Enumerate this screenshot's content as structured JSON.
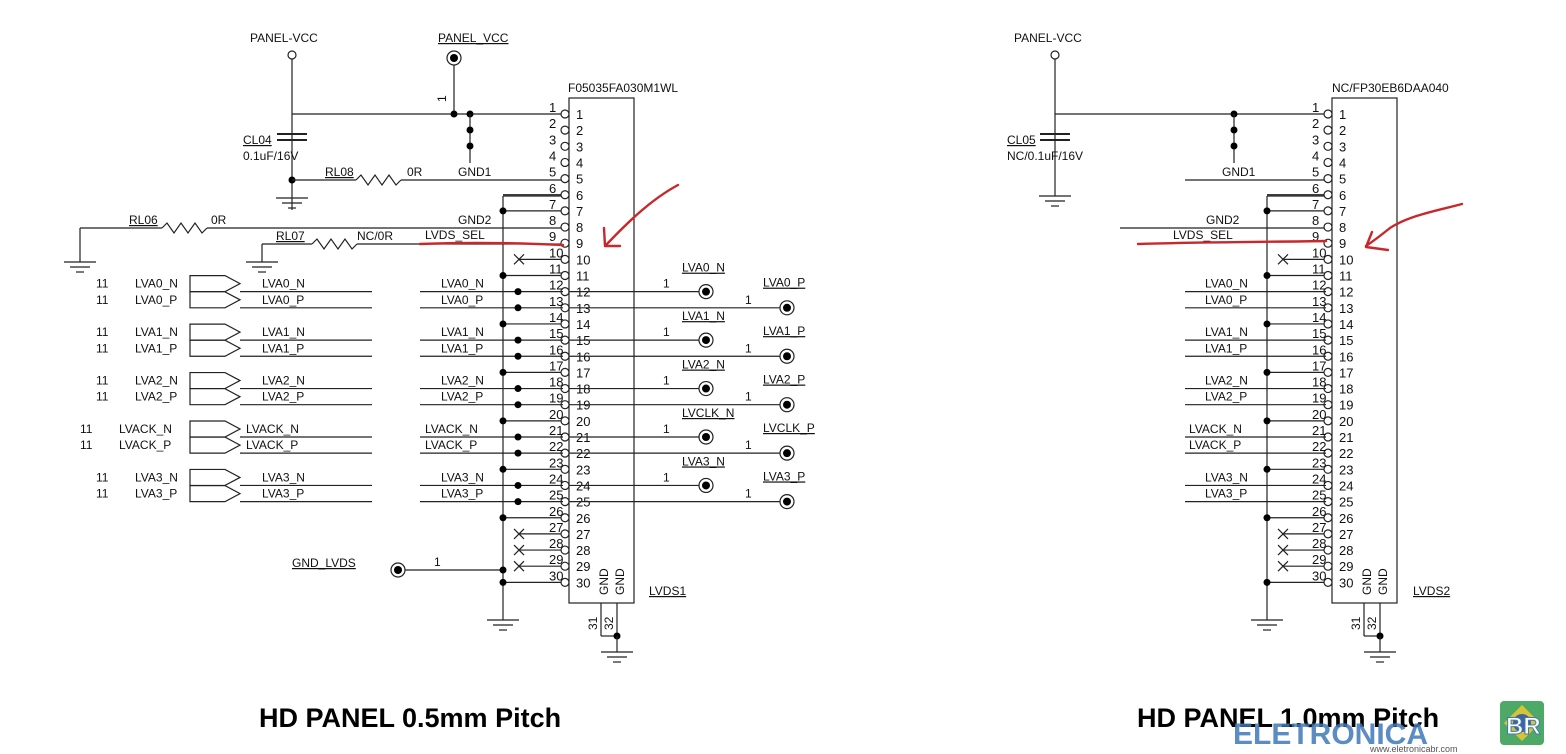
{
  "left": {
    "title": "HD PANEL 0.5mm Pitch",
    "part": "F05035FA030M1WL",
    "ref": "LVDS1",
    "vcc_net": "PANEL-VCC",
    "testpoint_vcc": "PANEL_VCC",
    "testpoint_vcc_pin": "1",
    "cap_ref": "CL04",
    "cap_val": "0.1uF/16V",
    "res_gnd1": {
      "ref": "RL08",
      "val": "0R"
    },
    "res_sel_a": {
      "ref": "RL06",
      "val": "0R"
    },
    "res_sel_b": {
      "ref": "RL07",
      "val": "NC/0R"
    },
    "gnd1": "GND1",
    "gnd2": "GND2",
    "lvds_sel": "LVDS_SEL",
    "gnd_lvds": "GND_LVDS",
    "gnd_lvds_pin": "1",
    "gnd_pins": [
      "31",
      "32"
    ],
    "gnd_label": "GND",
    "ports": [
      {
        "page": "11",
        "n": "LVA0_N",
        "p": "LVA0_P"
      },
      {
        "page": "11",
        "n": "LVA1_N",
        "p": "LVA1_P"
      },
      {
        "page": "11",
        "n": "LVA2_N",
        "p": "LVA2_P"
      },
      {
        "page": "11",
        "n": "LVACK_N",
        "p": "LVACK_P"
      },
      {
        "page": "11",
        "n": "LVA3_N",
        "p": "LVA3_P"
      }
    ],
    "testpoints": [
      {
        "n": "LVA0_N",
        "p": "LVA0_P"
      },
      {
        "n": "LVA1_N",
        "p": "LVA1_P"
      },
      {
        "n": "LVA2_N",
        "p": "LVA2_P"
      },
      {
        "n": "LVCLK_N",
        "p": "LVCLK_P"
      },
      {
        "n": "LVA3_N",
        "p": "LVA3_P"
      }
    ],
    "testpoint_pin": "1"
  },
  "right": {
    "title": "HD PANEL 1.0mm Pitch",
    "part": "NC/FP30EB6DAA040",
    "ref": "LVDS2",
    "vcc_net": "PANEL-VCC",
    "cap_ref": "CL05",
    "cap_val": "NC/0.1uF/16V",
    "gnd1": "GND1",
    "gnd2": "GND2",
    "lvds_sel": "LVDS_SEL",
    "gnd_pins": [
      "31",
      "32"
    ],
    "gnd_label": "GND",
    "nets": [
      {
        "n": "LVA0_N",
        "p": "LVA0_P"
      },
      {
        "n": "LVA1_N",
        "p": "LVA1_P"
      },
      {
        "n": "LVA2_N",
        "p": "LVA2_P"
      },
      {
        "n": "LVACK_N",
        "p": "LVACK_P"
      },
      {
        "n": "LVA3_N",
        "p": "LVA3_P"
      }
    ]
  },
  "pin_count": 30,
  "nc_pins": [
    10,
    27,
    28,
    29
  ],
  "watermark": {
    "brand": "ELETRONICA",
    "badge": "BR",
    "url": "www.eletronicabr.com"
  },
  "annotation_color": "#c8282b"
}
